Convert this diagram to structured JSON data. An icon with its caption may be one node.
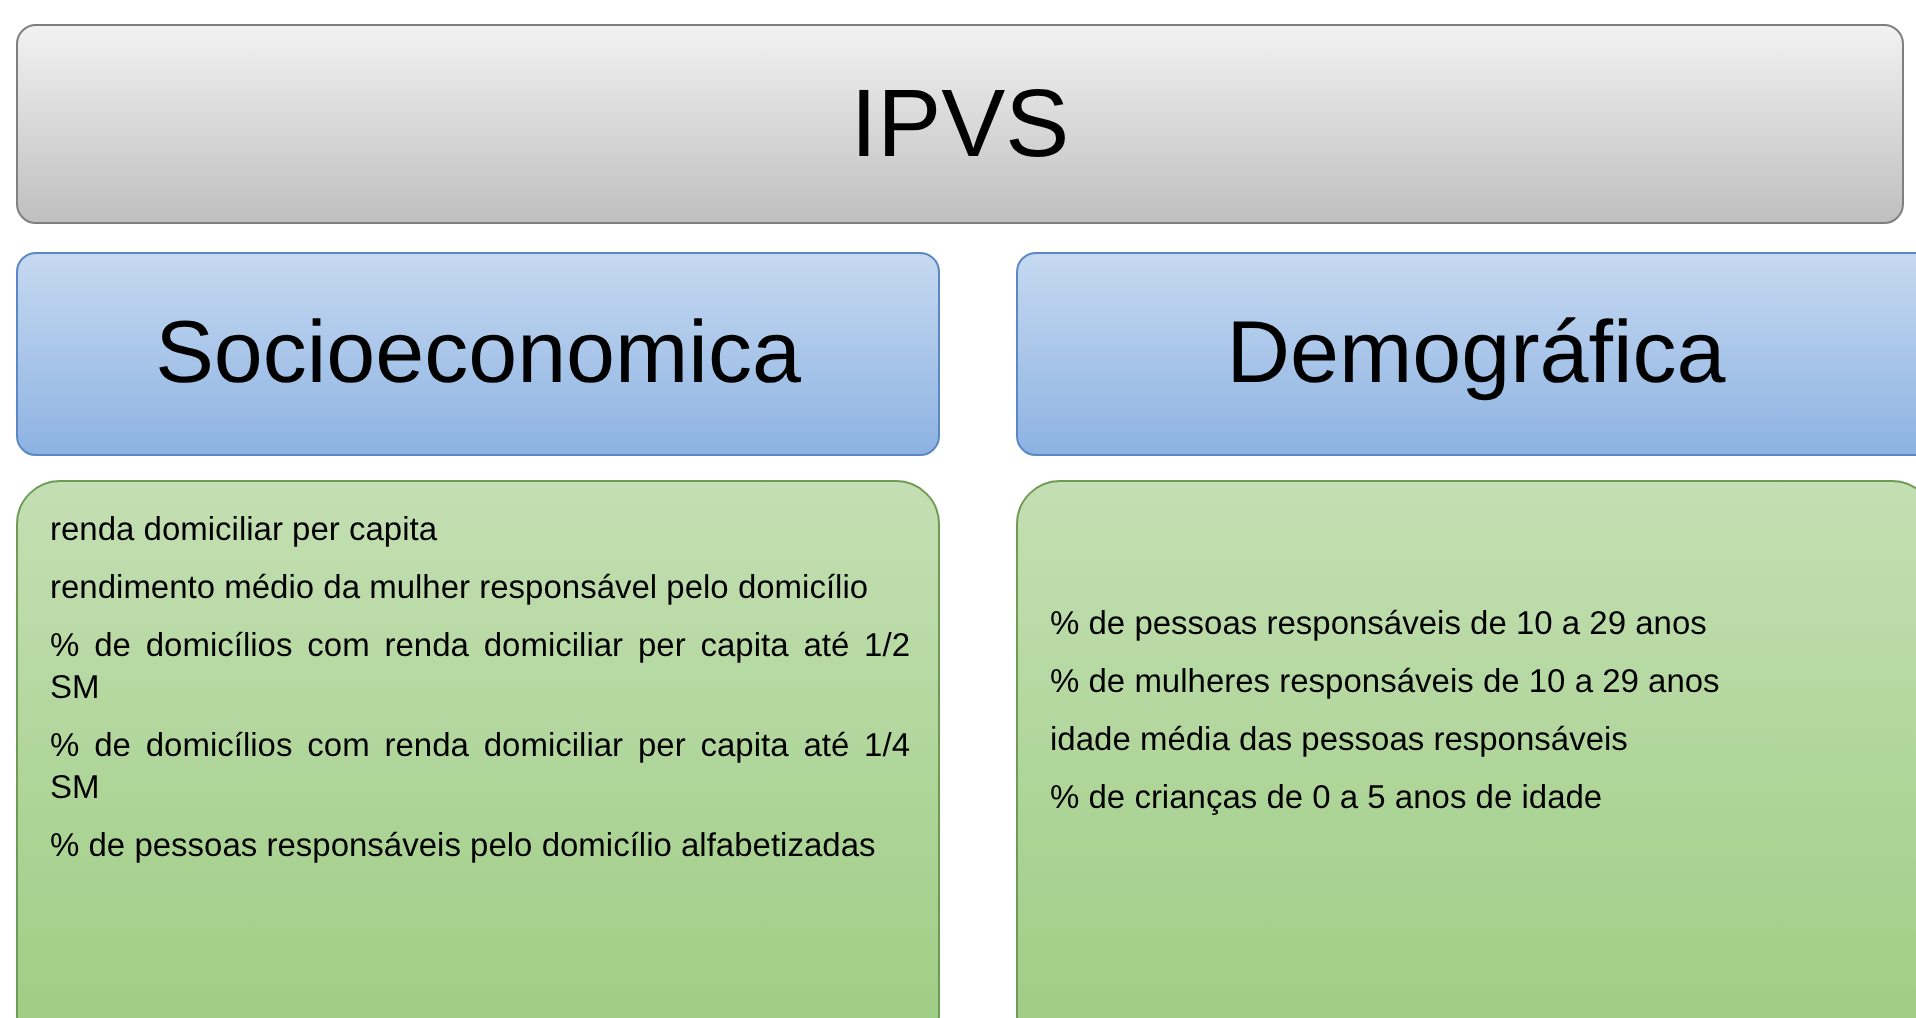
{
  "diagram": {
    "nodes": [
      {
        "text": [
          "IPVS"
        ]
      },
      {
        "text": [
          "Socioeconomica"
        ]
      },
      {
        "text": [
          "Demográfica"
        ]
      },
      {
        "text": [
          "renda domiciliar per capita",
          "rendimento médio da mulher responsável pelo domicílio",
          "% de domicílios com renda domiciliar per capita até 1/2 SM",
          "% de domicílios com renda domiciliar per capita até 1/4 SM",
          "% de pessoas responsáveis pelo domicílio alfabetizadas"
        ]
      },
      {
        "text": [
          "% de pessoas responsáveis de 10 a 29 anos",
          "% de mulheres responsáveis de 10 a 29 anos",
          "idade média das pessoas responsáveis",
          "% de crianças de 0 a 5 anos de idade"
        ]
      }
    ]
  }
}
